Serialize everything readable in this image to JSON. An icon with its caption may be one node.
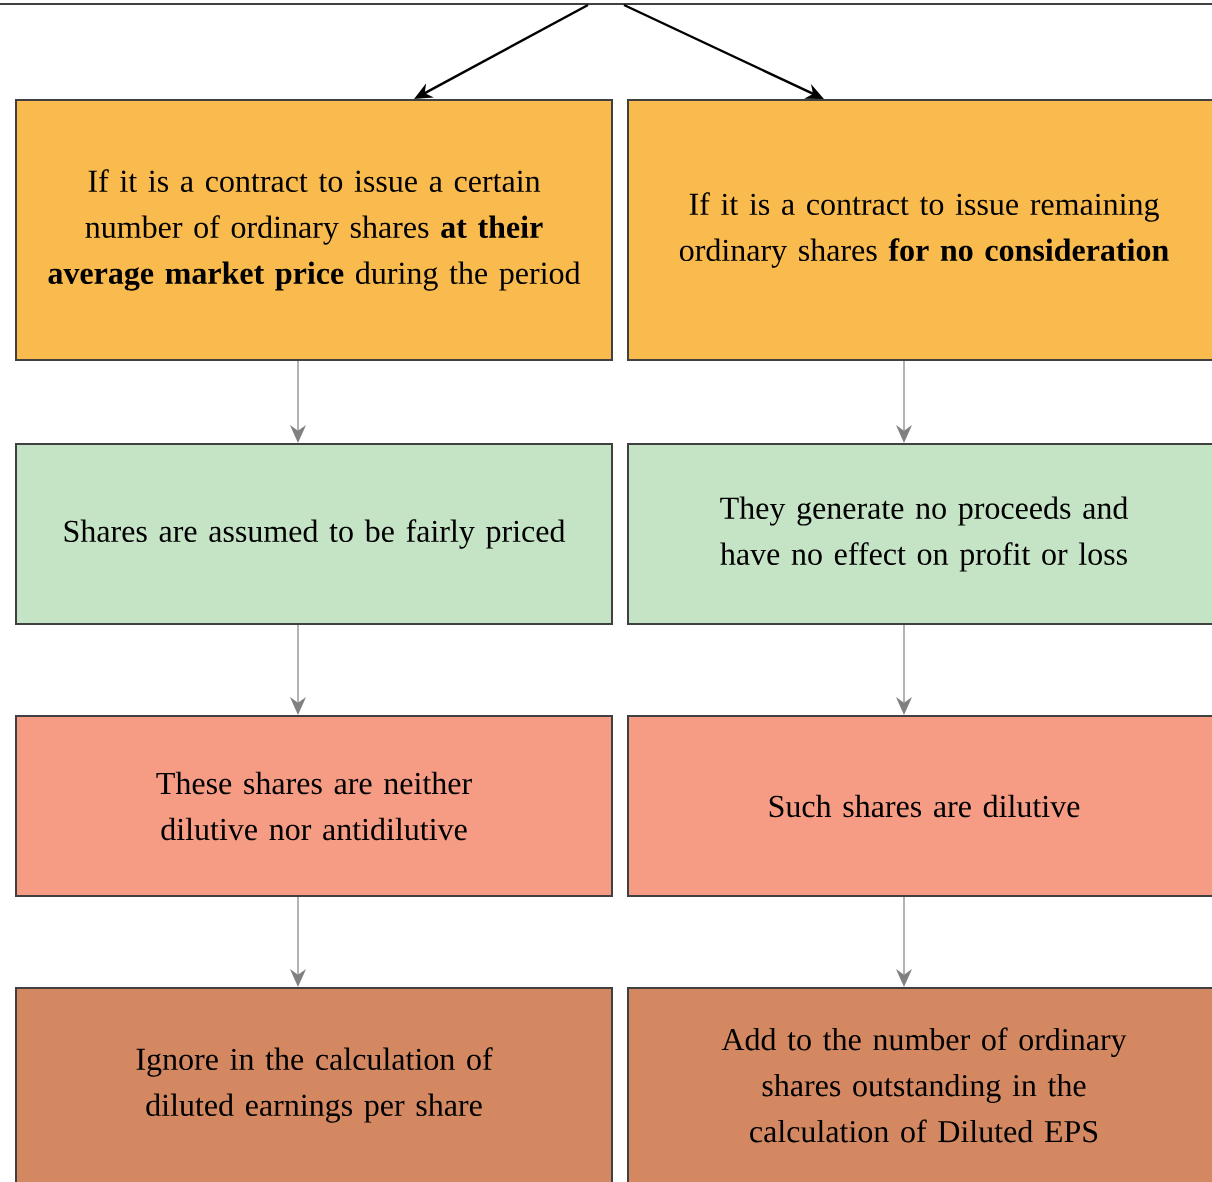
{
  "diagram": {
    "nodes": [
      {
        "text": [],
        "shape": "box"
      },
      {
        "text": [
          "If it is a contract to issue a certain number of ordinary shares **at their average market price** during the period"
        ]
      },
      {
        "text": [
          "If it is a contract to issue remaining ordinary shares **for no consideration**"
        ]
      },
      {
        "text": [
          "Shares are assumed to be fairly priced"
        ]
      },
      {
        "text": [
          "They generate no proceeds and have no effect on profit or loss"
        ]
      },
      {
        "text": [
          "These shares are neither dilutive nor antidilutive"
        ]
      },
      {
        "text": [
          "Such shares are dilutive"
        ]
      },
      {
        "text": [
          "Ignore in the calculation of diluted earnings per share"
        ]
      },
      {
        "text": [
          "Add to the number of ordinary shares outstanding in the calculation of Diluted EPS"
        ]
      }
    ],
    "edges": [
      {
        "from": 0,
        "to": 1,
        "arrow": "to",
        "color": "#000000"
      },
      {
        "from": 0,
        "to": 2,
        "arrow": "to",
        "color": "#000000"
      },
      {
        "from": 1,
        "to": 3,
        "arrow": "to"
      },
      {
        "from": 2,
        "to": 4,
        "arrow": "to"
      },
      {
        "from": 3,
        "to": 5,
        "arrow": "to"
      },
      {
        "from": 4,
        "to": 6,
        "arrow": "to"
      },
      {
        "from": 5,
        "to": 7,
        "arrow": "to"
      },
      {
        "from": 6,
        "to": 8,
        "arrow": "to"
      }
    ]
  }
}
